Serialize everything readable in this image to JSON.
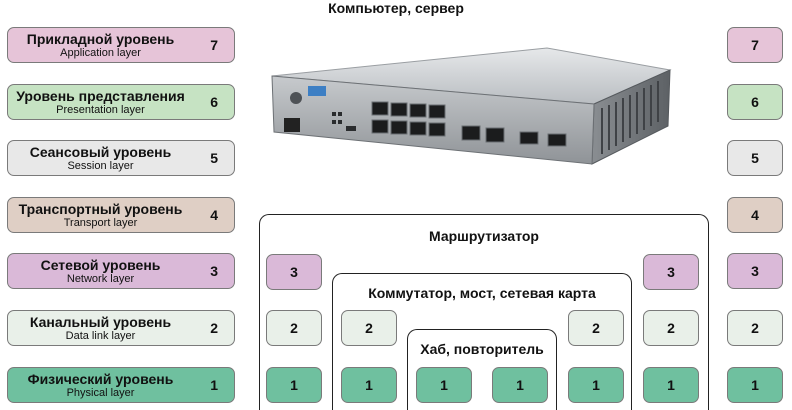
{
  "title": "Компьютер, сервер",
  "layers": [
    {
      "ru": "Прикладной уровень",
      "en": "Application layer",
      "num": "7",
      "color": "#e6c4d8"
    },
    {
      "ru": "Уровень представления",
      "en": "Presentation layer",
      "num": "6",
      "color": "#c6e3c3"
    },
    {
      "ru": "Сеансовый уровень",
      "en": "Session layer",
      "num": "5",
      "color": "#e8e8e8"
    },
    {
      "ru": "Транспортный уровень",
      "en": "Transport layer",
      "num": "4",
      "color": "#dfcfc5"
    },
    {
      "ru": "Сетевой уровень",
      "en": "Network layer",
      "num": "3",
      "color": "#dab9d8"
    },
    {
      "ru": "Канальный уровень",
      "en": "Data link layer",
      "num": "2",
      "color": "#e9f0e9"
    },
    {
      "ru": "Физический уровень",
      "en": "Physical layer",
      "num": "1",
      "color": "#6fc09f"
    }
  ],
  "right_column": [
    "7",
    "6",
    "5",
    "4",
    "3",
    "2",
    "1"
  ],
  "router": {
    "label": "Маршрутизатор",
    "left": [
      "3",
      "2",
      "1"
    ],
    "right": [
      "3",
      "2",
      "1"
    ]
  },
  "switch": {
    "label": "Коммутатор, мост, сетевая карта",
    "left": [
      "2",
      "1"
    ],
    "right": [
      "2",
      "1"
    ]
  },
  "hub": {
    "label": "Хаб, повторитель",
    "left": [
      "1"
    ],
    "right": [
      "1"
    ]
  }
}
